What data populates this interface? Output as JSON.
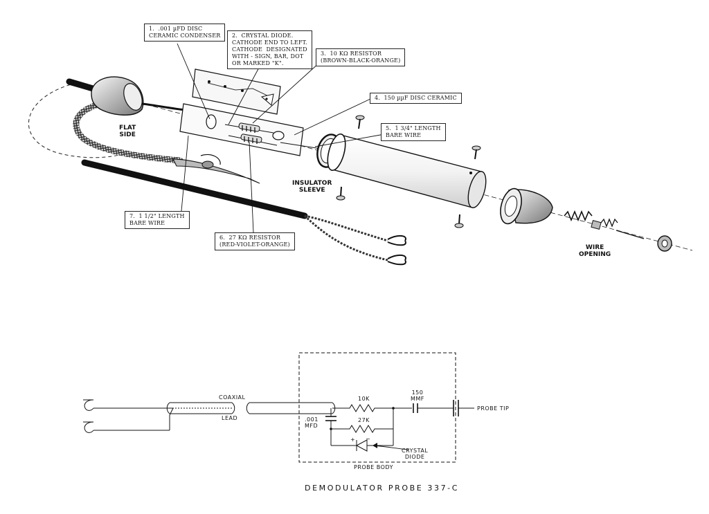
{
  "callouts": {
    "c1": "1.  .001 µFD DISC\nCERAMIC CONDENSER",
    "c2": "2.  CRYSTAL DIODE.\nCATHODE END TO LEFT.\nCATHODE  DESIGNATED\nWITH - SIGN, BAR, DOT\nOR MARKED \"K\".",
    "c3": "3.  10 KΩ RESISTOR\n(BROWN-BLACK-ORANGE)",
    "c4": "4.  150 µµF DISC CERAMIC",
    "c5": "5.  1 3/4\" LENGTH\nBARE WIRE",
    "c6": "6.  27 KΩ RESISTOR\n(RED-VIOLET-ORANGE)",
    "c7": "7.  1 1/2\" LENGTH\nBARE WIRE"
  },
  "labels": {
    "flat_side": "FLAT\nSIDE",
    "insulator_sleeve": "INSULATOR\nSLEEVE",
    "wire_opening": "WIRE\nOPENING"
  },
  "schematic": {
    "coaxial": "COAXIAL",
    "lead": "LEAD",
    "r10k": "10K",
    "cap150": "150\nMMF",
    "probe_tip": "PROBE TIP",
    "cap001": ".001\nMFD",
    "r27k": "27K",
    "diode": "CRYSTAL\nDIODE",
    "probe_body": "PROBE BODY",
    "diode_plus": "+",
    "diode_minus": "−"
  },
  "title": "DEMODULATOR PROBE 337-C"
}
